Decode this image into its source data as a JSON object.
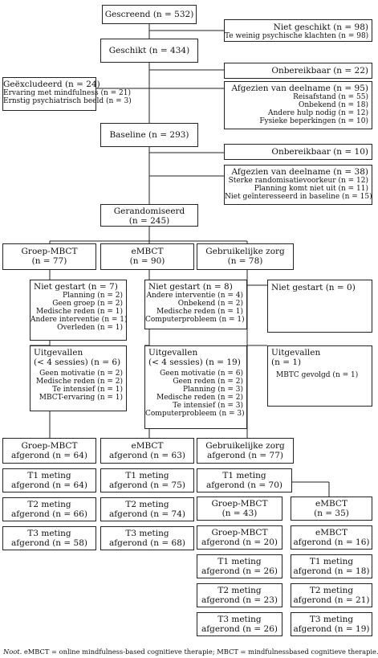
{
  "screened": [
    "Gescreend (n = 532)"
  ],
  "not_suitable": [
    "Niet geschikt (n = 98)",
    "Te weinig psychische klachten (n = 98)"
  ],
  "suitable": [
    "Geschikt (n = 434)"
  ],
  "unreachable_1": [
    "Onbereikbaar (n = 22)"
  ],
  "excluded": [
    "Geëxcludeerd (n = 24)",
    "Ervaring met mindfulness (n = 21)",
    "Ernstig psychiatrisch beeld (n = 3)"
  ],
  "declined_1": [
    "Afgezien van deelname (n = 95)",
    "Reisafstand (n = 55)",
    "Onbekend (n = 18)",
    "Andere hulp nodig (n = 12)",
    "Fysieke beperkingen (n = 10)"
  ],
  "baseline": [
    "Baseline (n = 293)"
  ],
  "unreachable_2": [
    "Onbereikbaar (n = 10)"
  ],
  "declined_2": [
    "Afgezien van deelname (n = 38)",
    "Sterke randomisatievoorkeur (n = 12)",
    "Planning komt niet uit (n = 11)",
    "Niet geïnteresseerd in baseline (n = 15)"
  ],
  "randomized": [
    "Gerandomiseerd",
    "(n = 245)"
  ],
  "arm_mbct": [
    "Groep-MBCT",
    "(n = 77)"
  ],
  "arm_embct": [
    "eMBCT",
    "(n = 90)"
  ],
  "arm_usual": [
    "Gebruikelijke zorg",
    "(n = 78)"
  ],
  "notstarted_mbct": [
    "Niet gestart (n = 7)",
    "Planning (n = 2)",
    "Geen groep (n = 2)",
    "Medische reden (n = 1)",
    "Andere interventie (n = 1)",
    "Overleden (n = 1)"
  ],
  "notstarted_embct": [
    "Niet gestart (n = 8)",
    "Andere interventie (n = 4)",
    "Onbekend (n = 2)",
    "Medische reden (n = 1)",
    "Computerprobleem (n = 1)"
  ],
  "notstarted_usual": [
    "Niet gestart (n = 0)"
  ],
  "dropout_mbct": [
    "Uitgevallen",
    "(< 4 sessies) (n = 6)",
    "Geen motivatie (n = 2)",
    "Medische reden (n = 2)",
    "Te intensief (n = 1)",
    "MBCT-ervaring (n = 1)"
  ],
  "dropout_embct": [
    "Uitgevallen",
    "(< 4 sessies) (n = 19)",
    "Geen motivatie (n = 6)",
    "Geen reden (n = 2)",
    "Planning (n = 3)",
    "Medische reden (n = 2)",
    "Te intensief (n = 3)",
    "Computerprobleem (n = 3)"
  ],
  "dropout_usual": [
    "Uitgevallen",
    "(n = 1)",
    "MBTC gevolgd (n = 1)"
  ],
  "completed_mbct": [
    "Groep-MBCT",
    "afgerond (n = 64)"
  ],
  "completed_embct": [
    "eMBCT",
    "afgerond (n = 63)"
  ],
  "completed_usual": [
    "Gebruikelijke zorg",
    "afgerond (n = 77)"
  ],
  "t1_mbct": [
    "T1 meting",
    "afgerond (n = 64)"
  ],
  "t1_embct": [
    "T1 meting",
    "afgerond (n = 75)"
  ],
  "t1_usual": [
    "T1 meting",
    "afgerond (n = 70)"
  ],
  "t2_mbct": [
    "T2 meting",
    "afgerond (n = 66)"
  ],
  "t2_embct": [
    "T2 meting",
    "afgerond (n = 74)"
  ],
  "t3_mbct": [
    "T3 meting",
    "afgerond (n = 58)"
  ],
  "t3_embct": [
    "T3 meting",
    "afgerond (n = 68)"
  ],
  "sub_mbct": [
    "Groep-MBCT",
    "(n = 43)"
  ],
  "sub_embct": [
    "eMBCT",
    "(n = 35)"
  ],
  "sub_mbct_done": [
    "Groep-MBCT",
    "afgerond (n = 20)"
  ],
  "sub_embct_done": [
    "eMBCT",
    "afgerond (n = 16)"
  ],
  "sub_mbct_t1": [
    "T1 meting",
    "afgerond (n = 26)"
  ],
  "sub_embct_t1": [
    "T1 meting",
    "afgerond (n = 18)"
  ],
  "sub_mbct_t2": [
    "T2 meting",
    "afgerond (n = 23)"
  ],
  "sub_embct_t2": [
    "T2 meting",
    "afgerond (n = 21)"
  ],
  "sub_mbct_t3": [
    "T3 meting",
    "afgerond (n = 26)"
  ],
  "sub_embct_t3": [
    "T3 meting",
    "afgerond (n = 19)"
  ],
  "footnote": {
    "label": "Noot.",
    "text": "eMBCT = online mindfulness-based cognitieve therapie; MBCT = mindfulnessbased cognitieve therapie."
  }
}
